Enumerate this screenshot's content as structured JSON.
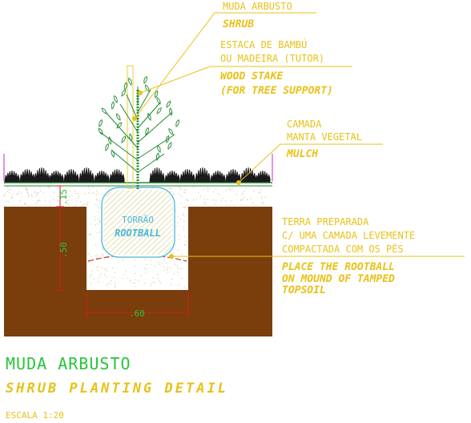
{
  "colors": {
    "soil": "#7a3d0c",
    "leader": "#e8c21a",
    "label_yellow": "#e8c21a",
    "label_green": "#27c43a",
    "rootball": "#4bb8d6",
    "mound": "#c9322a",
    "stake": "#e8d23a",
    "foliage": "#1f8a2f",
    "shrub_dark": "#1a1a1a"
  },
  "callouts": {
    "shrub": {
      "pt": "MUDA ARBUSTO",
      "en": "SHRUB"
    },
    "stake": {
      "pt1": "ESTACA DE BAMBÚ",
      "pt2": "OU MADEIRA (TUTOR)",
      "en1": "WOOD STAKE",
      "en2": "(FOR TREE SUPPORT)"
    },
    "mulch": {
      "pt1": "CAMADA",
      "pt2": "MANTA VEGETAL",
      "en": "MULCH"
    },
    "soil": {
      "pt1": "TERRA PREPARADA",
      "pt2": "C/ UMA CAMADA LEVEMENTE",
      "pt3": "COMPACTADA COM OS PÉS",
      "en1": "PLACE THE ROOTBALL",
      "en2": "ON MOUND OF TAMPED",
      "en3": "TOPSOIL"
    }
  },
  "rootball": {
    "pt": "TORRÃO",
    "en": "ROOTBALL"
  },
  "dimensions": {
    "top": ".15",
    "depth": ".50",
    "width": ".60"
  },
  "title": {
    "pt": "MUDA ARBUSTO",
    "en": "SHRUB PLANTING DETAIL",
    "scale": "ESCALA 1:20"
  }
}
